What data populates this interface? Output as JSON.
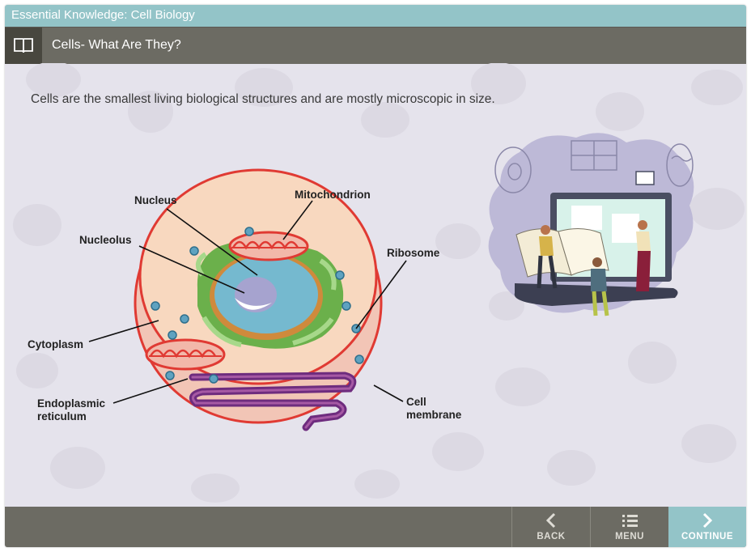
{
  "course_title": "Essential Knowledge: Cell Biology",
  "page_title": "Cells- What Are They?",
  "intro_text": "Cells are the smallest living biological structures and are mostly microscopic in size.",
  "diagram": {
    "labels": {
      "nucleus": "Nucleus",
      "mitochondrion": "Mitochondrion",
      "nucleolus": "Nucleolus",
      "ribosome": "Ribosome",
      "cytoplasm": "Cytoplasm",
      "er_line1": "Endoplasmic",
      "er_line2": "reticulum",
      "membrane_line1": "Cell",
      "membrane_line2": "membrane"
    }
  },
  "nav": {
    "back": "BACK",
    "menu": "MENU",
    "continue": "CONTINUE"
  },
  "colors": {
    "title_bar": "#93c4c8",
    "header_bar": "#6c6b63",
    "content_bg": "#e5e3ec",
    "accent": "#93c4c8"
  },
  "icons": [
    "book-icon",
    "chevron-left-icon",
    "menu-list-icon",
    "chevron-right-icon"
  ]
}
